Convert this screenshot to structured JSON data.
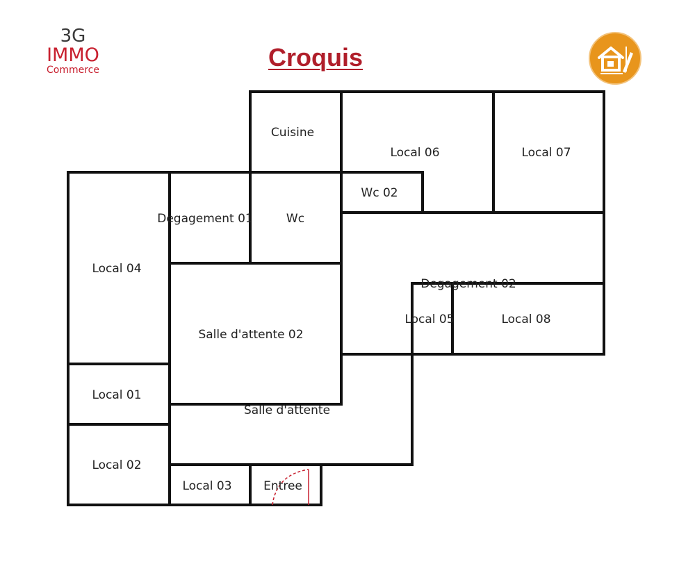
{
  "logo": {
    "line1": "3G",
    "line2": "IMMO",
    "line3": "Commerce"
  },
  "title": "Croquis",
  "badge": {
    "icon": "house-drawing-icon",
    "color": "#e8951c"
  },
  "rooms": [
    {
      "name": "room-cuisine",
      "label": "Cuisine"
    },
    {
      "name": "room-local-06",
      "label": "Local 06"
    },
    {
      "name": "room-local-07",
      "label": "Local 07"
    },
    {
      "name": "room-wc-02",
      "label": "Wc 02"
    },
    {
      "name": "room-degagement-01",
      "label": "Degagement 01"
    },
    {
      "name": "room-wc",
      "label": "Wc"
    },
    {
      "name": "room-local-04",
      "label": "Local 04"
    },
    {
      "name": "room-degagement-02",
      "label": "Degagement 02"
    },
    {
      "name": "room-local-05",
      "label": "Local 05"
    },
    {
      "name": "room-local-08",
      "label": "Local 08"
    },
    {
      "name": "room-salle-attente-02",
      "label": "Salle d'attente 02"
    },
    {
      "name": "room-local-01",
      "label": "Local 01"
    },
    {
      "name": "room-salle-attente",
      "label": "Salle d'attente"
    },
    {
      "name": "room-local-02",
      "label": "Local 02"
    },
    {
      "name": "room-local-03",
      "label": "Local 03"
    },
    {
      "name": "room-entree",
      "label": "Entree"
    }
  ]
}
